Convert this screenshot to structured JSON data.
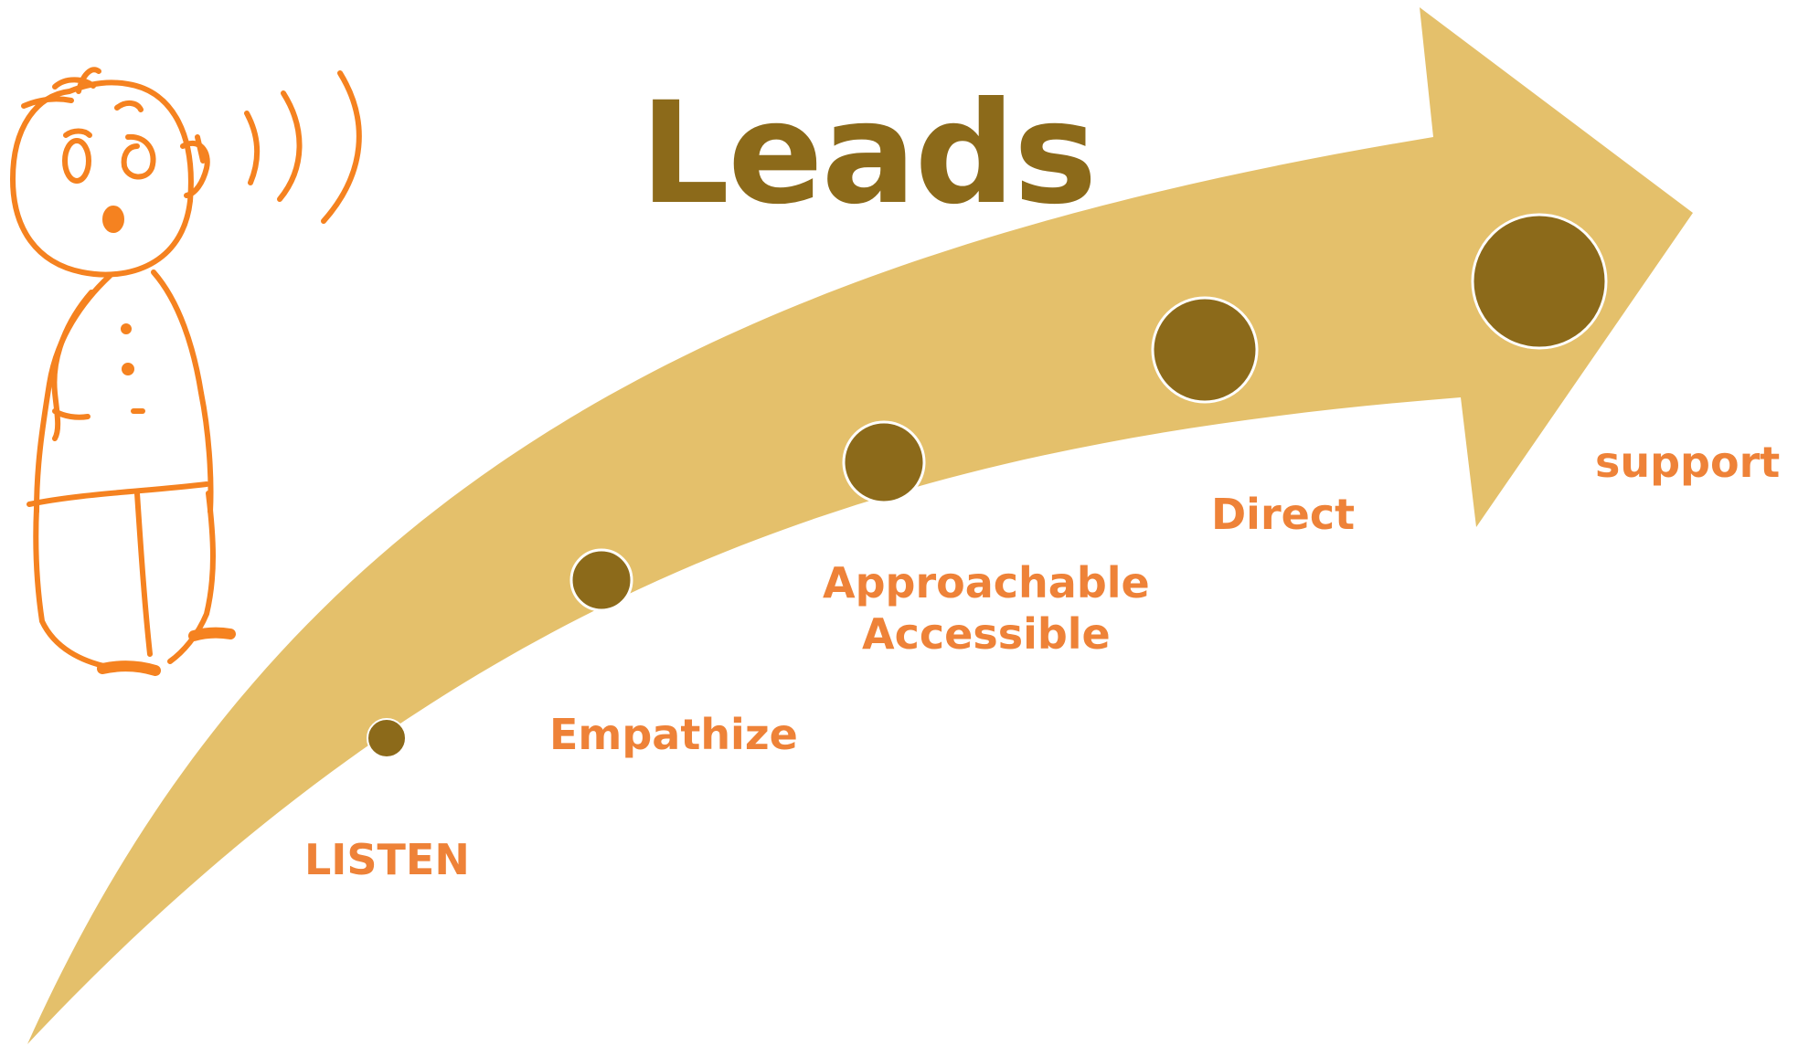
{
  "diagram": {
    "title": "Leads",
    "steps": [
      {
        "label": "LISTEN"
      },
      {
        "label": "Empathize"
      },
      {
        "label_lines": [
          "Approachable",
          "Accessible"
        ]
      },
      {
        "label": "Direct"
      },
      {
        "label": "support"
      }
    ],
    "colors": {
      "arrow": "#E4C06B",
      "dot": "#8C6A1A",
      "dot_outline": "#FFFFFF",
      "label": "#EE8238",
      "figure": "#F58220",
      "title": "#8C6A1A"
    },
    "figure": {
      "description_icon": "listening-person-icon"
    }
  }
}
